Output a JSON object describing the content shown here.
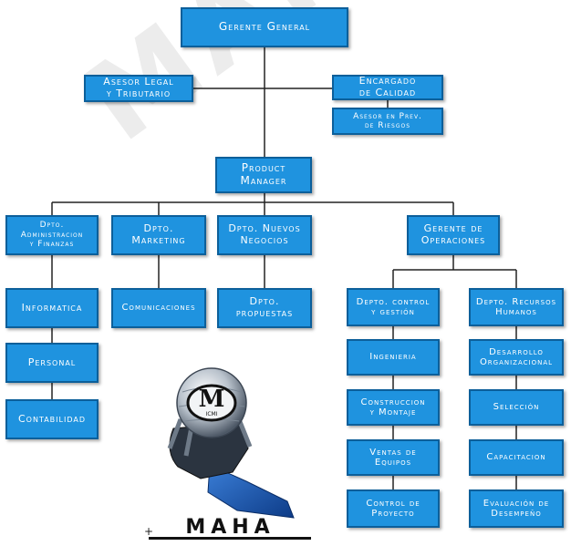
{
  "watermark": "MAHA.CL",
  "boxes": {
    "gerente_general": "Gerente General",
    "asesor_legal": "Asesor Legal\ny Tributario",
    "encargado_calidad": "Encargado\nde Calidad",
    "asesor_riesgos": "Asesor en Prev.\nde Riesgos",
    "product_manager": "Product\nManager",
    "depto_admin": "Dpto.\nAdministracion\ny Finanzas",
    "depto_marketing": "Dpto.\nMarketing",
    "depto_nuevos": "Dpto. Nuevos\nNegocios",
    "gerente_operaciones": "Gerente de\nOperaciones",
    "informatica": "Informatica",
    "comunicaciones": "Comunicaciones",
    "depto_propuestas": "Dpto.\npropuestas",
    "personal": "Personal",
    "contabilidad": "Contabilidad",
    "depto_control": "Depto. control\ny gestión",
    "depto_rrhh": "Depto. Recursos\nHumanos",
    "ingenieria": "Ingenieria",
    "desarrollo": "Desarrollo\nOrganizacional",
    "construccion": "Construccion\ny Montaje",
    "seleccion": "Selección",
    "ventas": "Ventas de\nEquipos",
    "capacitacion": "Capacitacion",
    "control_proyecto": "Control de\nProyecto",
    "evaluacion": "Evaluación de\nDesempeño"
  },
  "logo": {
    "emblem_letter": "M",
    "emblem_caption": "ICMI",
    "brand": "MAHA"
  },
  "colors": {
    "box_fill": "#1f93df",
    "box_border": "#0c5f9a",
    "connector": "#222222"
  }
}
